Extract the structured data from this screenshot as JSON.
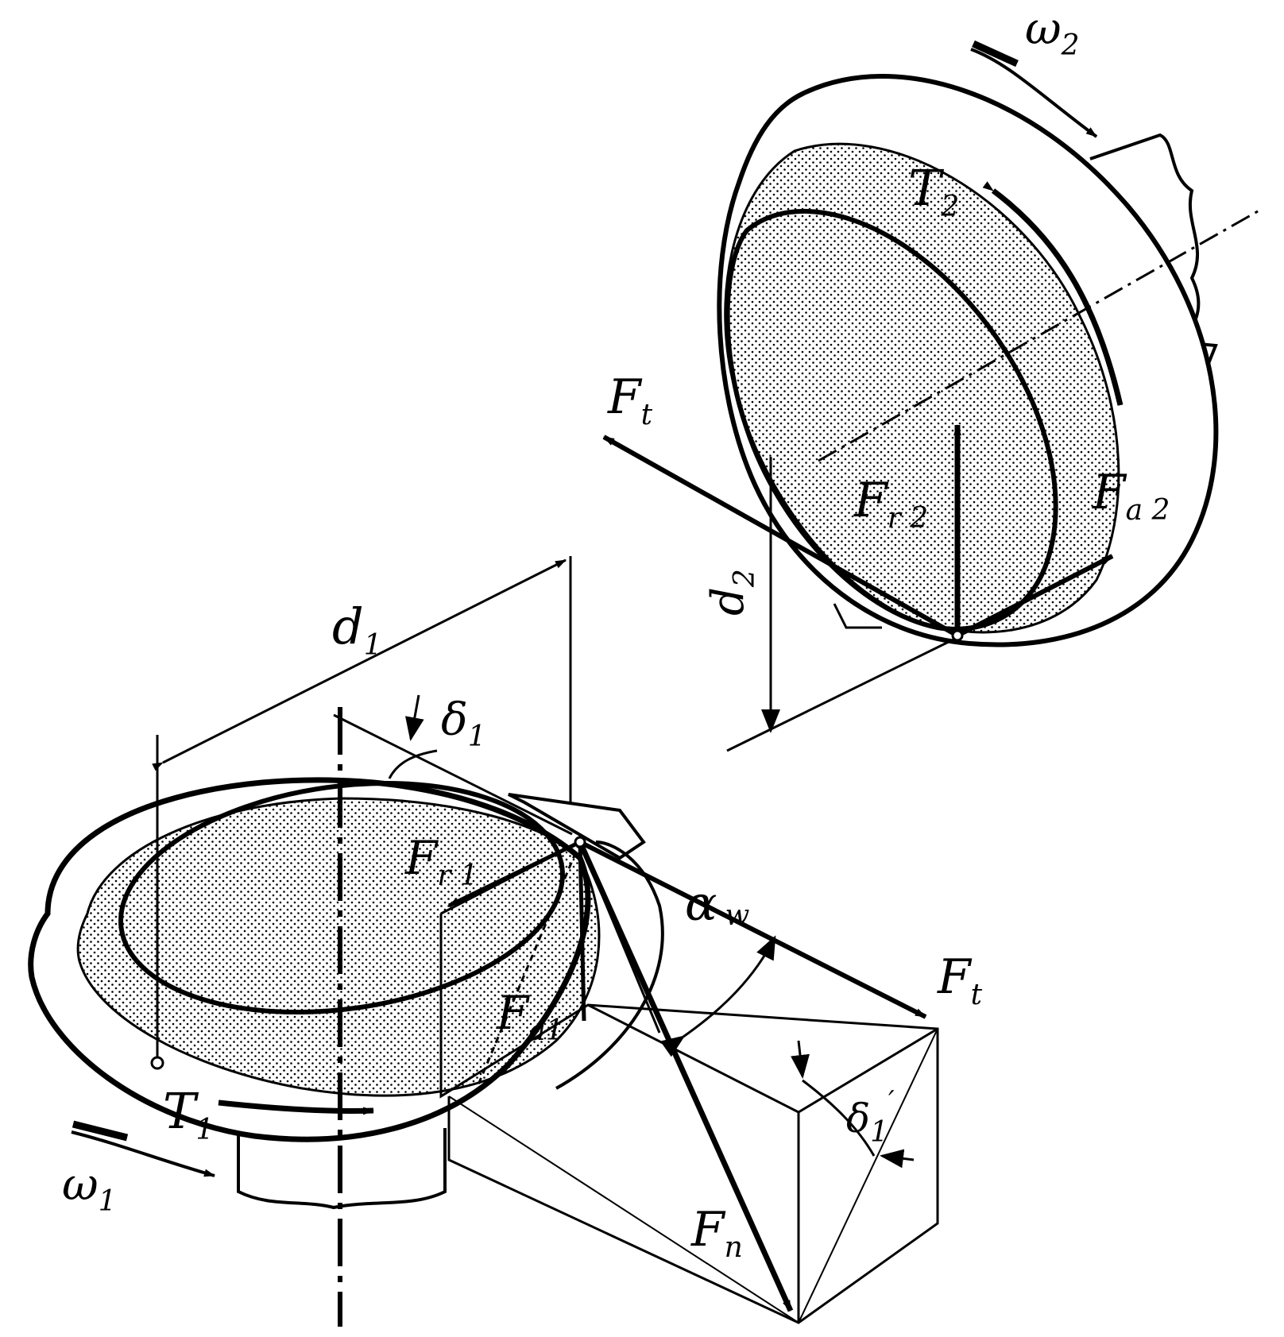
{
  "labels": {
    "omega2": "ω",
    "omega2_sub": "2",
    "T2": "T",
    "T2_sub": "2",
    "Ft_upper": "F",
    "Ft_upper_sub": "t",
    "Fr2": "F",
    "Fr2_sub": "r 2",
    "Fa2": "F",
    "Fa2_sub": "a 2",
    "d2": "d",
    "d2_sub": "2",
    "d1": "d",
    "d1_sub": "1",
    "delta1": "δ",
    "delta1_sub": "1",
    "Fr1": "F",
    "Fr1_sub": "r 1",
    "alpha_w": "α",
    "alpha_w_sub": "w",
    "Ft_lower": "F",
    "Ft_lower_sub": "t",
    "Fa1": "F",
    "Fa1_sub": "a1",
    "delta1_prime": "δ",
    "delta1_prime_sub": "1",
    "T1": "T",
    "T1_sub": "1",
    "omega1": "ω",
    "omega1_sub": "1",
    "Fn": "F",
    "Fn_sub": "n"
  },
  "colors": {
    "ink": "#000000",
    "paper": "#ffffff"
  }
}
